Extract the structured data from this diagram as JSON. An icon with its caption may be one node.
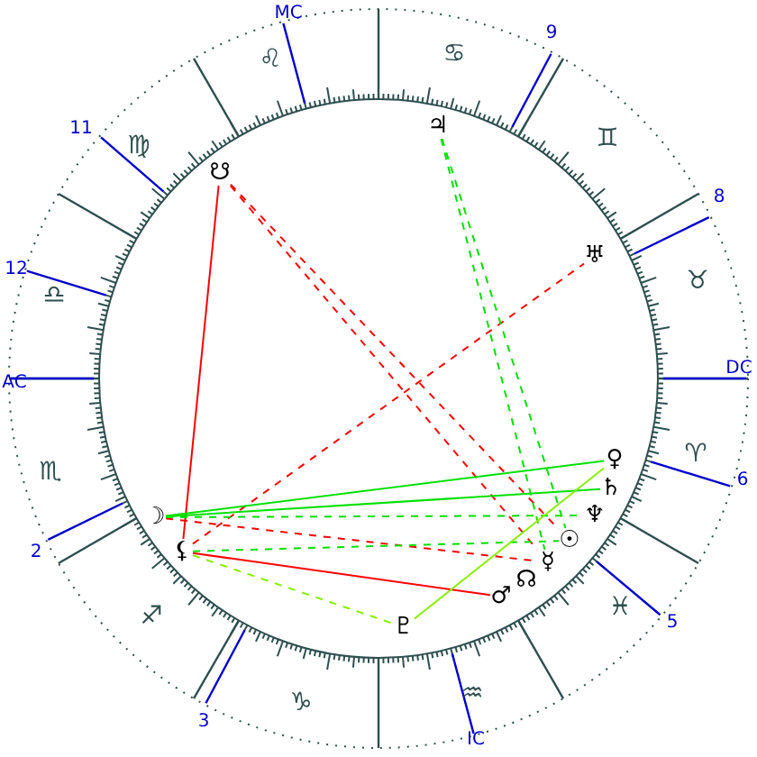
{
  "diagram": {
    "nodes": [
      {
        "text": [
          "☋"
        ]
      },
      {
        "text": [
          "♃"
        ]
      },
      {
        "text": [
          "♅"
        ]
      },
      {
        "text": [
          "♀"
        ]
      },
      {
        "text": [
          "♄"
        ]
      },
      {
        "text": [
          "♆"
        ]
      },
      {
        "text": [
          "☉"
        ]
      },
      {
        "text": [
          "☿"
        ]
      },
      {
        "text": [
          "☊"
        ]
      },
      {
        "text": [
          "♂"
        ]
      },
      {
        "text": [
          "☽"
        ]
      },
      {
        "text": [
          "⚸"
        ]
      },
      {
        "text": [
          "♇"
        ]
      }
    ],
    "edges": [
      {
        "from": 0,
        "to": 11,
        "arrow": "none",
        "color": "#ff0000"
      },
      {
        "from": 11,
        "to": 9,
        "arrow": "none",
        "color": "#ff0000"
      },
      {
        "from": 0,
        "to": 6,
        "arrow": "none",
        "style": "dashed",
        "color": "#ff0000"
      },
      {
        "from": 0,
        "to": 7,
        "arrow": "none",
        "style": "dashed",
        "color": "#ff0000"
      },
      {
        "from": 11,
        "to": 2,
        "arrow": "none",
        "style": "dashed",
        "color": "#ff0000"
      },
      {
        "from": 10,
        "to": 7,
        "arrow": "none",
        "style": "dashed",
        "color": "#ff0000"
      },
      {
        "from": 10,
        "to": 3,
        "arrow": "none",
        "color": "#00e000"
      },
      {
        "from": 10,
        "to": 4,
        "arrow": "none",
        "color": "#00e000"
      },
      {
        "from": 10,
        "to": 5,
        "arrow": "none",
        "style": "dashed",
        "color": "#00e000"
      },
      {
        "from": 1,
        "to": 6,
        "arrow": "none",
        "style": "dashed",
        "color": "#00e000"
      },
      {
        "from": 1,
        "to": 7,
        "arrow": "none",
        "style": "dashed",
        "color": "#00e000"
      },
      {
        "from": 11,
        "to": 6,
        "arrow": "none",
        "style": "dashed",
        "color": "#00e000"
      },
      {
        "from": 11,
        "to": 12,
        "arrow": "none",
        "style": "dashed",
        "color": "#88ee00"
      },
      {
        "from": 12,
        "to": 3,
        "arrow": "none",
        "color": "#88ee00"
      }
    ],
    "labels": [
      "MC",
      "♌",
      "♋",
      "9",
      "♊",
      "11",
      "♍",
      "8",
      "♉",
      "12",
      "♎",
      "AC",
      "DC",
      "♏",
      "♈",
      "6",
      "2",
      "♐",
      "♓",
      "5",
      "♑",
      "♒",
      "3",
      "IC"
    ]
  }
}
